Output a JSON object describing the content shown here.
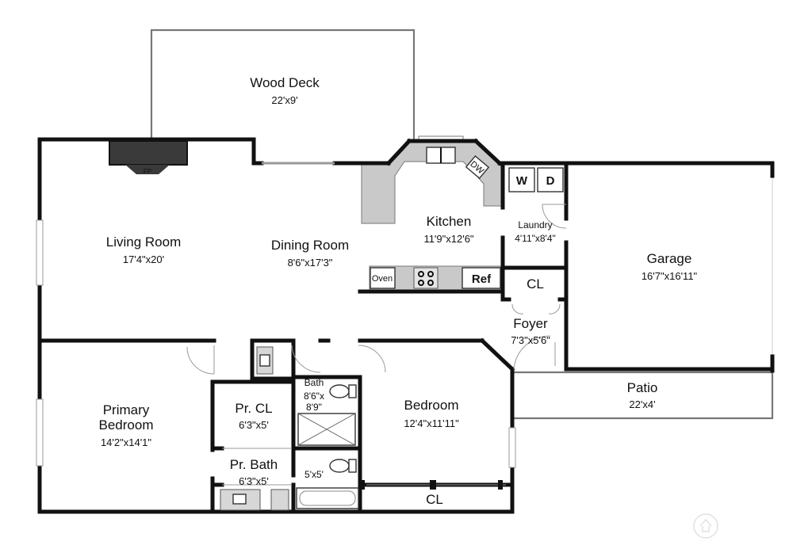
{
  "rooms": {
    "wood_deck": {
      "name": "Wood Deck",
      "dims": "22'x9'"
    },
    "living_room": {
      "name": "Living Room",
      "dims": "17'4\"x20'"
    },
    "dining_room": {
      "name": "Dining Room",
      "dims": "8'6\"x17'3\""
    },
    "kitchen": {
      "name": "Kitchen",
      "dims": "11'9\"x12'6\""
    },
    "laundry": {
      "name": "Laundry",
      "dims": "4'11\"x8'4\""
    },
    "garage": {
      "name": "Garage",
      "dims": "16'7\"x16'11\""
    },
    "foyer": {
      "name": "Foyer",
      "dims": "7'3\"x5'6\""
    },
    "patio": {
      "name": "Patio",
      "dims": "22'x4'"
    },
    "primary_bedroom": {
      "name_line1": "Primary",
      "name_line2": "Bedroom",
      "dims": "14'2\"x14'1\""
    },
    "pr_cl": {
      "name": "Pr. CL",
      "dims": "6'3\"x5'"
    },
    "pr_bath": {
      "name": "Pr. Bath",
      "dims": "6'3\"x5'"
    },
    "bath": {
      "name": "Bath",
      "dims_line1": "8'6\"x",
      "dims_line2": "8'9\""
    },
    "toilet_room": {
      "dims": "5'x5'"
    },
    "bedroom": {
      "name": "Bedroom",
      "dims": "12'4\"x11'11\""
    },
    "closet_foyer": {
      "name": "CL"
    },
    "closet_bedroom": {
      "name": "CL"
    }
  },
  "fixtures": {
    "fireplace": "FP",
    "dishwasher": "DW",
    "oven": "Oven",
    "refrigerator": "Ref",
    "washer": "W",
    "dryer": "D"
  },
  "colors": {
    "wall": "#111111",
    "outdoor_outline": "#777777",
    "counter": "#c9c9c9",
    "fireplace": "#3a3a3a"
  }
}
